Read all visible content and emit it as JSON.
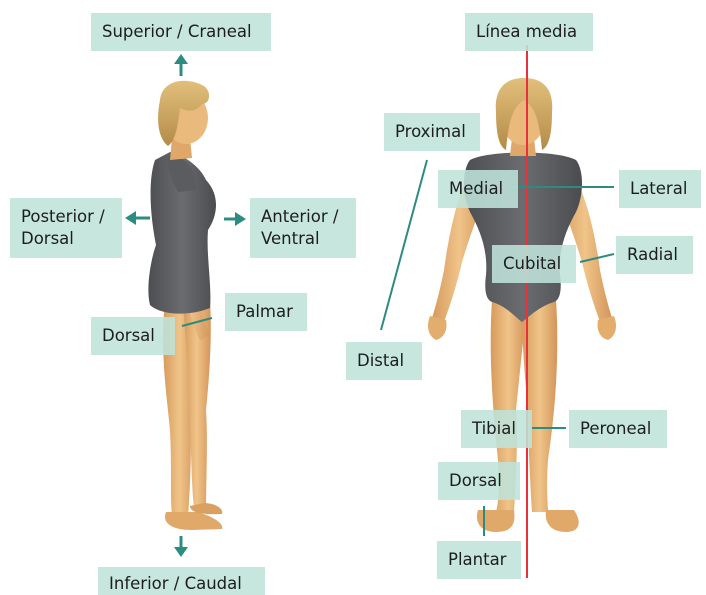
{
  "colors": {
    "label_bg": "#bee2d9",
    "arrow": "#2b8c7f",
    "leader_line": "#2b8c7f",
    "midline": "#e8313a",
    "skin": "#e7b577",
    "skin_shadow": "#c98d52",
    "bodysuit": "#5f6164",
    "hair": "#cfa862"
  },
  "labels": {
    "superior": "Superior / Craneal",
    "inferior": "Inferior / Caudal",
    "posterior_1": "Posterior /",
    "posterior_2": "Dorsal",
    "anterior_1": "Anterior /",
    "anterior_2": "Ventral",
    "palmar": "Palmar",
    "dorsal_hand": "Dorsal",
    "linea_media": "Línea media",
    "proximal": "Proximal",
    "distal": "Distal",
    "medial": "Medial",
    "lateral": "Lateral",
    "cubital": "Cubital",
    "radial": "Radial",
    "tibial": "Tibial",
    "peroneal": "Peroneal",
    "dorsal_foot": "Dorsal",
    "plantar": "Plantar"
  },
  "icons": {
    "arrow_up": "arrow-up-icon",
    "arrow_down": "arrow-down-icon",
    "arrow_left": "arrow-left-icon",
    "arrow_right": "arrow-right-icon"
  }
}
